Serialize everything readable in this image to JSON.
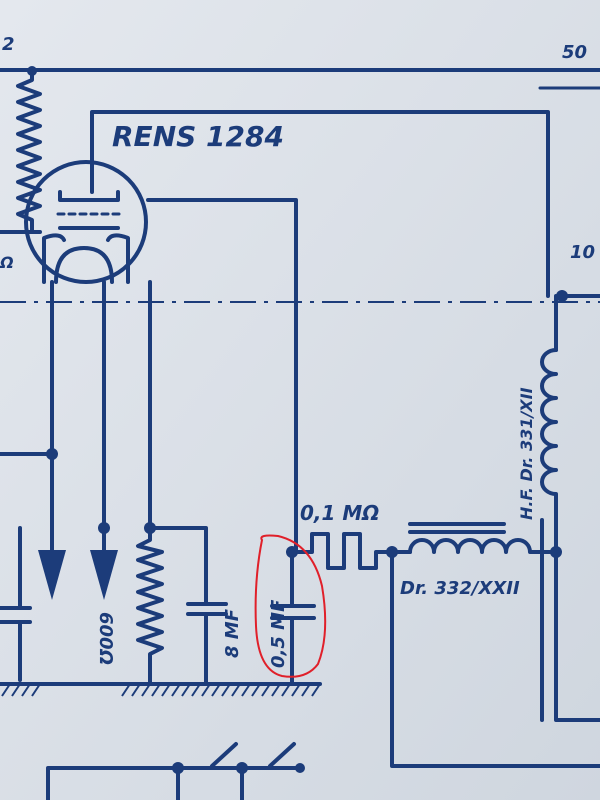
{
  "tube_label": "RENS 1284",
  "resistor_label": "0,1 MΩ",
  "choke_label": "Dr. 332/XXII",
  "hf_choke_label": "H.F. Dr. 331/XII",
  "cap_8_label": "8 MF",
  "cap_05_label": "0,5 MF",
  "resistor_600_label": "600Ω",
  "edge_label_top": "50",
  "edge_label_right": "10",
  "edge_label_left": "2",
  "edge_label_left2": "Ω",
  "highlight_color": "#e0202a",
  "ink_color": "#1c3c7a",
  "paper_color": "#d9dfe6"
}
